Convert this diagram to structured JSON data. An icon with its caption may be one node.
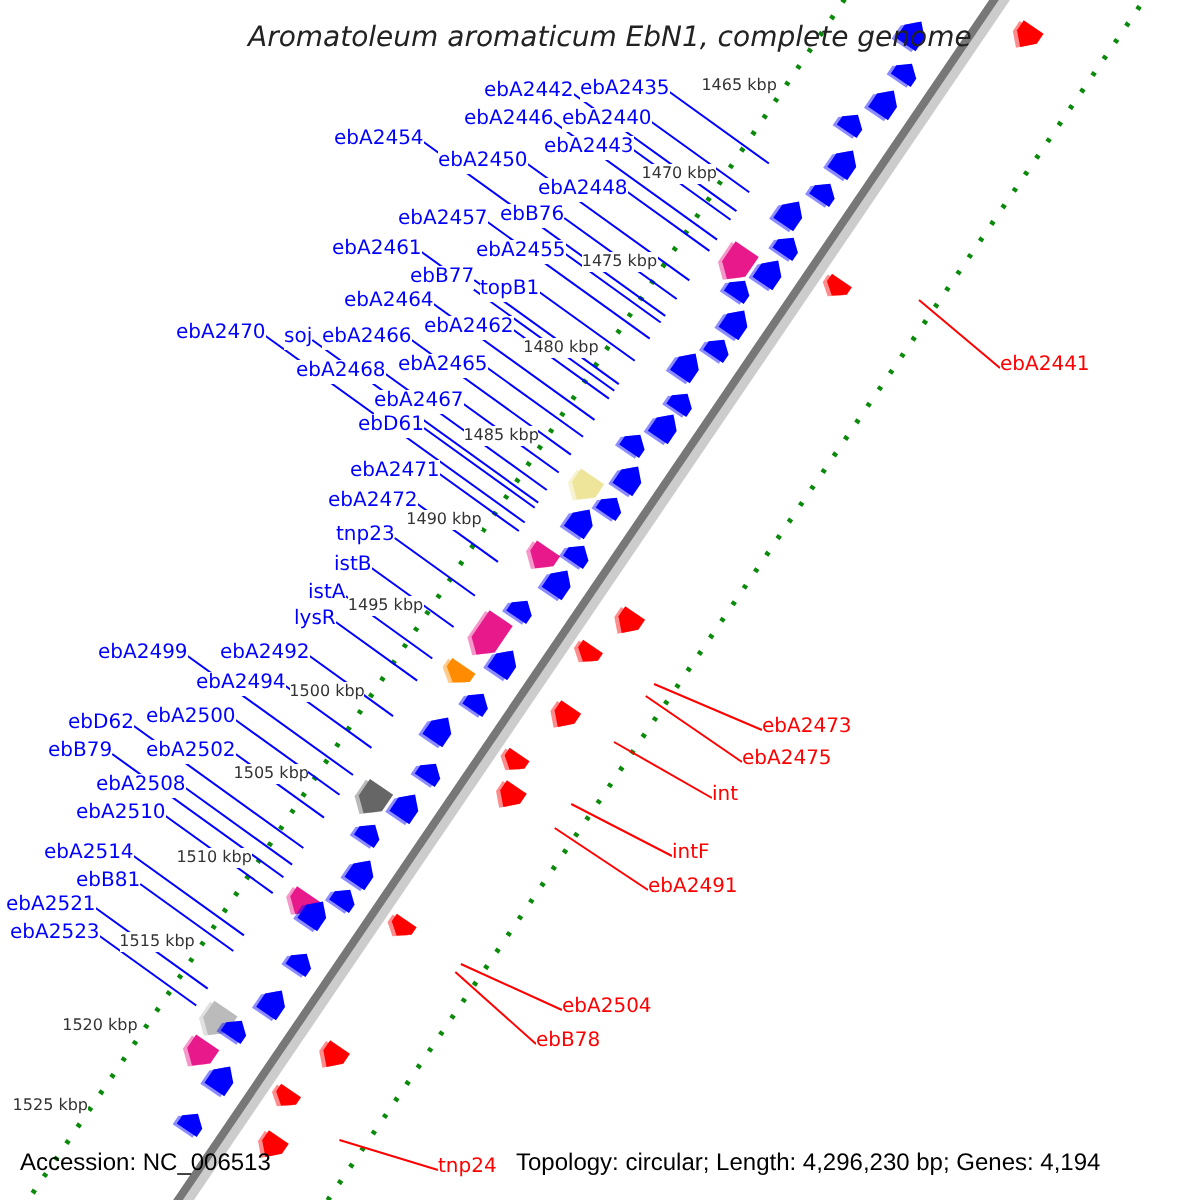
{
  "diagram": {
    "title": "Aromatoleum aromaticum EbN1, complete genome",
    "nodes": [
      {
        "text": [
          "ebA2442"
        ]
      },
      {
        "text": [
          "ebA2435"
        ]
      },
      {
        "text": [
          "ebA2446"
        ]
      },
      {
        "text": [
          "ebA2440"
        ]
      },
      {
        "text": [
          "ebA2454"
        ]
      },
      {
        "text": [
          "ebA2443"
        ]
      },
      {
        "text": [
          "ebA2450"
        ]
      },
      {
        "text": [
          "ebA2448"
        ]
      },
      {
        "text": [
          "ebA2457"
        ]
      },
      {
        "text": [
          "ebB76"
        ]
      },
      {
        "text": [
          "ebA2461"
        ]
      },
      {
        "text": [
          "ebA2455"
        ]
      },
      {
        "text": [
          "ebB77"
        ]
      },
      {
        "text": [
          "topB1"
        ]
      },
      {
        "text": [
          "ebA2464"
        ]
      },
      {
        "text": [
          "ebA2462"
        ]
      },
      {
        "text": [
          "ebA2470"
        ]
      },
      {
        "text": [
          "soj"
        ]
      },
      {
        "text": [
          "ebA2466"
        ]
      },
      {
        "text": [
          "ebA2468"
        ]
      },
      {
        "text": [
          "ebA2465"
        ]
      },
      {
        "text": [
          "ebA2467"
        ]
      },
      {
        "text": [
          "ebD61"
        ]
      },
      {
        "text": [
          "ebA2471"
        ]
      },
      {
        "text": [
          "ebA2472"
        ]
      },
      {
        "text": [
          "tnp23"
        ]
      },
      {
        "text": [
          "istB"
        ]
      },
      {
        "text": [
          "istA"
        ]
      },
      {
        "text": [
          "lysR"
        ]
      },
      {
        "text": [
          "ebA2499"
        ]
      },
      {
        "text": [
          "ebA2492"
        ]
      },
      {
        "text": [
          "ebA2494"
        ]
      },
      {
        "text": [
          "ebA2500"
        ]
      },
      {
        "text": [
          "ebD62"
        ]
      },
      {
        "text": [
          "ebA2502"
        ]
      },
      {
        "text": [
          "ebB79"
        ]
      },
      {
        "text": [
          "ebA2508"
        ]
      },
      {
        "text": [
          "ebA2510"
        ]
      },
      {
        "text": [
          "ebA2514"
        ]
      },
      {
        "text": [
          "ebB81"
        ]
      },
      {
        "text": [
          "ebA2521"
        ]
      },
      {
        "text": [
          "ebA2523"
        ]
      },
      {
        "text": [
          "ebA2441"
        ]
      },
      {
        "text": [
          "ebA2473"
        ]
      },
      {
        "text": [
          "ebA2475"
        ]
      },
      {
        "text": [
          "int"
        ]
      },
      {
        "text": [
          "intF"
        ]
      },
      {
        "text": [
          "ebA2491"
        ]
      },
      {
        "text": [
          "ebA2504"
        ]
      },
      {
        "text": [
          "ebB78"
        ]
      },
      {
        "text": [
          "tnp24"
        ]
      }
    ],
    "edges": [
      {
        "from": 0,
        "to": null,
        "arrow": "none"
      },
      {
        "from": 1,
        "to": null,
        "arrow": "none"
      },
      {
        "from": 2,
        "to": null,
        "arrow": "none"
      },
      {
        "from": 3,
        "to": null,
        "arrow": "none"
      },
      {
        "from": 4,
        "to": null,
        "arrow": "none"
      },
      {
        "from": 5,
        "to": null,
        "arrow": "none"
      },
      {
        "from": 6,
        "to": null,
        "arrow": "none"
      },
      {
        "from": 7,
        "to": null,
        "arrow": "none"
      },
      {
        "from": 8,
        "to": null,
        "arrow": "none"
      },
      {
        "from": 9,
        "to": null,
        "arrow": "none"
      },
      {
        "from": 10,
        "to": null,
        "arrow": "none"
      },
      {
        "from": 11,
        "to": null,
        "arrow": "none"
      },
      {
        "from": 12,
        "to": null,
        "arrow": "none"
      },
      {
        "from": 13,
        "to": null,
        "arrow": "none"
      },
      {
        "from": 14,
        "to": null,
        "arrow": "none"
      },
      {
        "from": 15,
        "to": null,
        "arrow": "none"
      },
      {
        "from": 16,
        "to": null,
        "arrow": "none"
      },
      {
        "from": 17,
        "to": null,
        "arrow": "none"
      },
      {
        "from": 18,
        "to": null,
        "arrow": "none"
      },
      {
        "from": 19,
        "to": null,
        "arrow": "none"
      },
      {
        "from": 20,
        "to": null,
        "arrow": "none"
      },
      {
        "from": 21,
        "to": null,
        "arrow": "none"
      },
      {
        "from": 22,
        "to": null,
        "arrow": "none"
      },
      {
        "from": 23,
        "to": null,
        "arrow": "none"
      },
      {
        "from": 24,
        "to": null,
        "arrow": "none"
      },
      {
        "from": 25,
        "to": null,
        "arrow": "none"
      },
      {
        "from": 26,
        "to": null,
        "arrow": "none"
      },
      {
        "from": 27,
        "to": null,
        "arrow": "none"
      },
      {
        "from": 28,
        "to": null,
        "arrow": "none"
      },
      {
        "from": 29,
        "to": null,
        "arrow": "none"
      },
      {
        "from": 30,
        "to": null,
        "arrow": "none"
      },
      {
        "from": 31,
        "to": null,
        "arrow": "none"
      },
      {
        "from": 32,
        "to": null,
        "arrow": "none"
      },
      {
        "from": 33,
        "to": null,
        "arrow": "none"
      },
      {
        "from": 34,
        "to": null,
        "arrow": "none"
      },
      {
        "from": 35,
        "to": null,
        "arrow": "none"
      },
      {
        "from": 36,
        "to": null,
        "arrow": "none"
      },
      {
        "from": 37,
        "to": null,
        "arrow": "none"
      },
      {
        "from": 38,
        "to": null,
        "arrow": "none"
      },
      {
        "from": 39,
        "to": null,
        "arrow": "none"
      },
      {
        "from": 40,
        "to": null,
        "arrow": "none"
      },
      {
        "from": 41,
        "to": null,
        "arrow": "none"
      },
      {
        "from": 42,
        "to": null,
        "arrow": "none",
        "color": "#ff0000"
      },
      {
        "from": 43,
        "to": null,
        "arrow": "none",
        "color": "#ff0000"
      },
      {
        "from": 44,
        "to": null,
        "arrow": "none",
        "color": "#ff0000"
      },
      {
        "from": 45,
        "to": null,
        "arrow": "none",
        "color": "#ff0000"
      },
      {
        "from": 46,
        "to": null,
        "arrow": "none",
        "color": "#ff0000"
      },
      {
        "from": 47,
        "to": null,
        "arrow": "none",
        "color": "#ff0000"
      },
      {
        "from": 48,
        "to": null,
        "arrow": "none",
        "color": "#ff0000"
      },
      {
        "from": 49,
        "to": null,
        "arrow": "none",
        "color": "#ff0000"
      },
      {
        "from": 50,
        "to": null,
        "arrow": "none",
        "color": "#ff0000"
      }
    ],
    "labels": [
      "1465 kbp",
      "1470 kbp",
      "1475 kbp",
      "1480 kbp",
      "1485 kbp",
      "1490 kbp",
      "1495 kbp",
      "1500 kbp",
      "1505 kbp",
      "1510 kbp",
      "1515 kbp",
      "1520 kbp",
      "1525 kbp",
      "Accession: NC_006513",
      "Topology: circular; Length: 4,296,230 bp; Genes: 4,194"
    ]
  }
}
